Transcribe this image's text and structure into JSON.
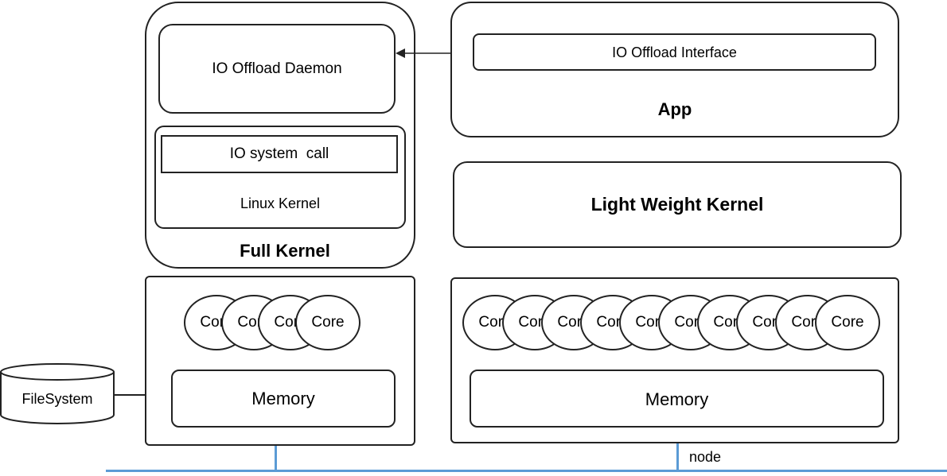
{
  "full_kernel": {
    "daemon_label": "IO Offload Daemon",
    "syscall_label": "IO system  call",
    "linux_kernel_label": "Linux Kernel",
    "title": "Full Kernel"
  },
  "app": {
    "interface_label": "IO Offload Interface",
    "title": "App"
  },
  "lwk": {
    "title": "Light Weight Kernel"
  },
  "left_node": {
    "cores": [
      "Core",
      "Core",
      "Core",
      "Core"
    ],
    "memory_label": "Memory"
  },
  "right_node": {
    "cores": [
      "Core",
      "Core",
      "Core",
      "Core",
      "Core",
      "Core",
      "Core",
      "Core",
      "Core",
      "Core"
    ],
    "memory_label": "Memory"
  },
  "filesystem": {
    "label": "FileSystem"
  },
  "network": {
    "node_label": "node"
  },
  "colors": {
    "network_line": "#5b9bd5",
    "stroke": "#222222"
  }
}
